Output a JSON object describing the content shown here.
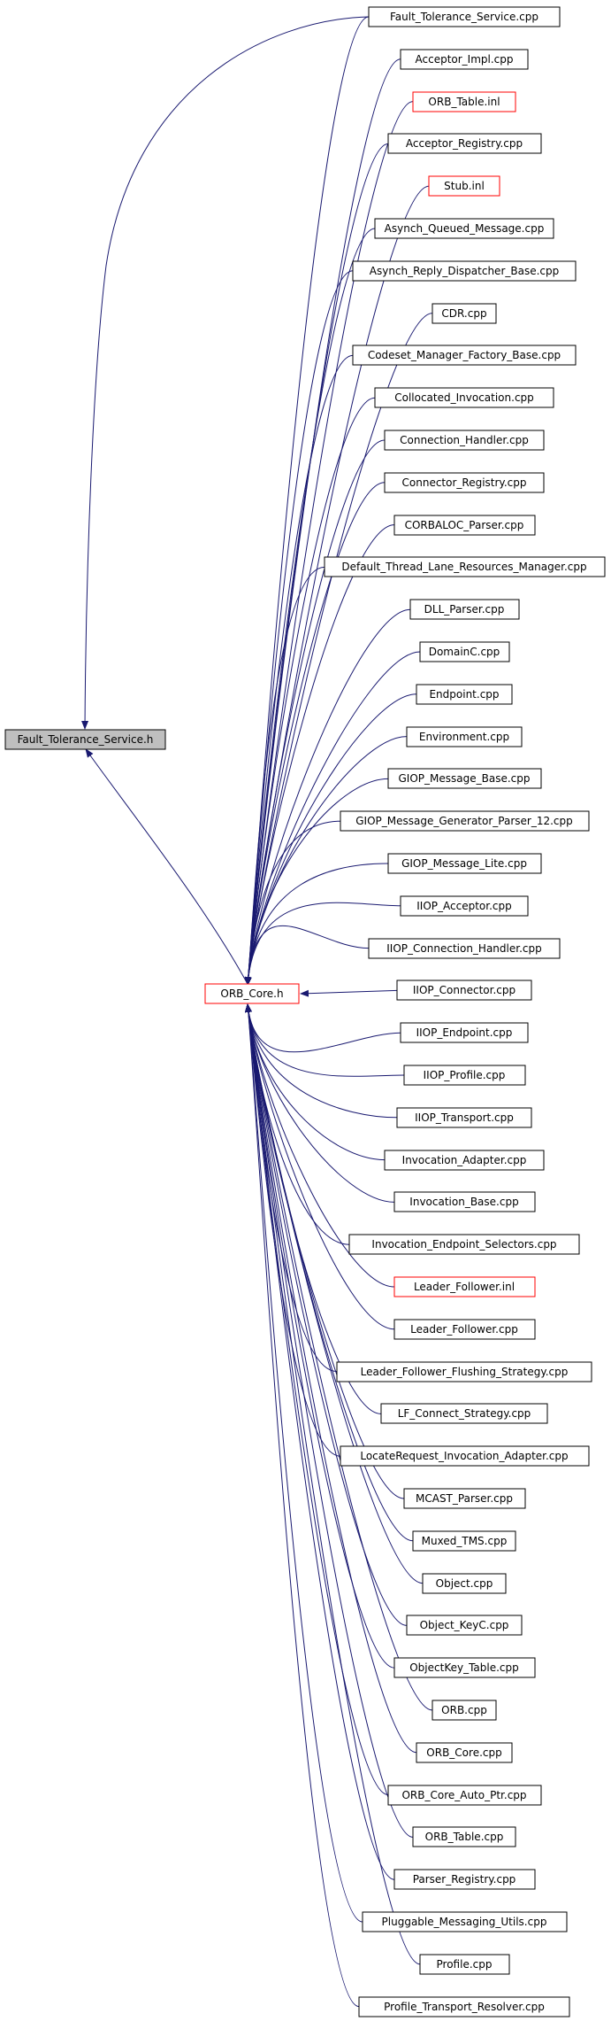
{
  "style": {
    "edge_color": "#191970",
    "node_stroke": "#000000",
    "highlight_stroke": "#ff0000",
    "focus_fill": "#bfbfbf"
  },
  "focus_node": {
    "label": "Fault_Tolerance_Service.h"
  },
  "hub_node": {
    "label": "ORB_Core.h",
    "truncated": true
  },
  "includers": [
    {
      "label": "Fault_Tolerance_Service.cpp",
      "truncated": false
    },
    {
      "label": "Acceptor_Impl.cpp",
      "truncated": false
    },
    {
      "label": "ORB_Table.inl",
      "truncated": true
    },
    {
      "label": "Acceptor_Registry.cpp",
      "truncated": false
    },
    {
      "label": "Stub.inl",
      "truncated": true
    },
    {
      "label": "Asynch_Queued_Message.cpp",
      "truncated": false
    },
    {
      "label": "Asynch_Reply_Dispatcher_Base.cpp",
      "truncated": false
    },
    {
      "label": "CDR.cpp",
      "truncated": false
    },
    {
      "label": "Codeset_Manager_Factory_Base.cpp",
      "truncated": false
    },
    {
      "label": "Collocated_Invocation.cpp",
      "truncated": false
    },
    {
      "label": "Connection_Handler.cpp",
      "truncated": false
    },
    {
      "label": "Connector_Registry.cpp",
      "truncated": false
    },
    {
      "label": "CORBALOC_Parser.cpp",
      "truncated": false
    },
    {
      "label": "Default_Thread_Lane_Resources_Manager.cpp",
      "truncated": false
    },
    {
      "label": "DLL_Parser.cpp",
      "truncated": false
    },
    {
      "label": "DomainC.cpp",
      "truncated": false
    },
    {
      "label": "Endpoint.cpp",
      "truncated": false
    },
    {
      "label": "Environment.cpp",
      "truncated": false
    },
    {
      "label": "GIOP_Message_Base.cpp",
      "truncated": false
    },
    {
      "label": "GIOP_Message_Generator_Parser_12.cpp",
      "truncated": false
    },
    {
      "label": "GIOP_Message_Lite.cpp",
      "truncated": false
    },
    {
      "label": "IIOP_Acceptor.cpp",
      "truncated": false
    },
    {
      "label": "IIOP_Connection_Handler.cpp",
      "truncated": false
    },
    {
      "label": "IIOP_Connector.cpp",
      "truncated": false
    },
    {
      "label": "IIOP_Endpoint.cpp",
      "truncated": false
    },
    {
      "label": "IIOP_Profile.cpp",
      "truncated": false
    },
    {
      "label": "IIOP_Transport.cpp",
      "truncated": false
    },
    {
      "label": "Invocation_Adapter.cpp",
      "truncated": false
    },
    {
      "label": "Invocation_Base.cpp",
      "truncated": false
    },
    {
      "label": "Invocation_Endpoint_Selectors.cpp",
      "truncated": false
    },
    {
      "label": "Leader_Follower.inl",
      "truncated": true
    },
    {
      "label": "Leader_Follower.cpp",
      "truncated": false
    },
    {
      "label": "Leader_Follower_Flushing_Strategy.cpp",
      "truncated": false
    },
    {
      "label": "LF_Connect_Strategy.cpp",
      "truncated": false
    },
    {
      "label": "LocateRequest_Invocation_Adapter.cpp",
      "truncated": false
    },
    {
      "label": "MCAST_Parser.cpp",
      "truncated": false
    },
    {
      "label": "Muxed_TMS.cpp",
      "truncated": false
    },
    {
      "label": "Object.cpp",
      "truncated": false
    },
    {
      "label": "Object_KeyC.cpp",
      "truncated": false
    },
    {
      "label": "ObjectKey_Table.cpp",
      "truncated": false
    },
    {
      "label": "ORB.cpp",
      "truncated": false
    },
    {
      "label": "ORB_Core.cpp",
      "truncated": false
    },
    {
      "label": "ORB_Core_Auto_Ptr.cpp",
      "truncated": false
    },
    {
      "label": "ORB_Table.cpp",
      "truncated": false
    },
    {
      "label": "Parser_Registry.cpp",
      "truncated": false
    },
    {
      "label": "Pluggable_Messaging_Utils.cpp",
      "truncated": false
    },
    {
      "label": "Profile.cpp",
      "truncated": false
    },
    {
      "label": "Profile_Transport_Resolver.cpp",
      "truncated": false
    }
  ]
}
